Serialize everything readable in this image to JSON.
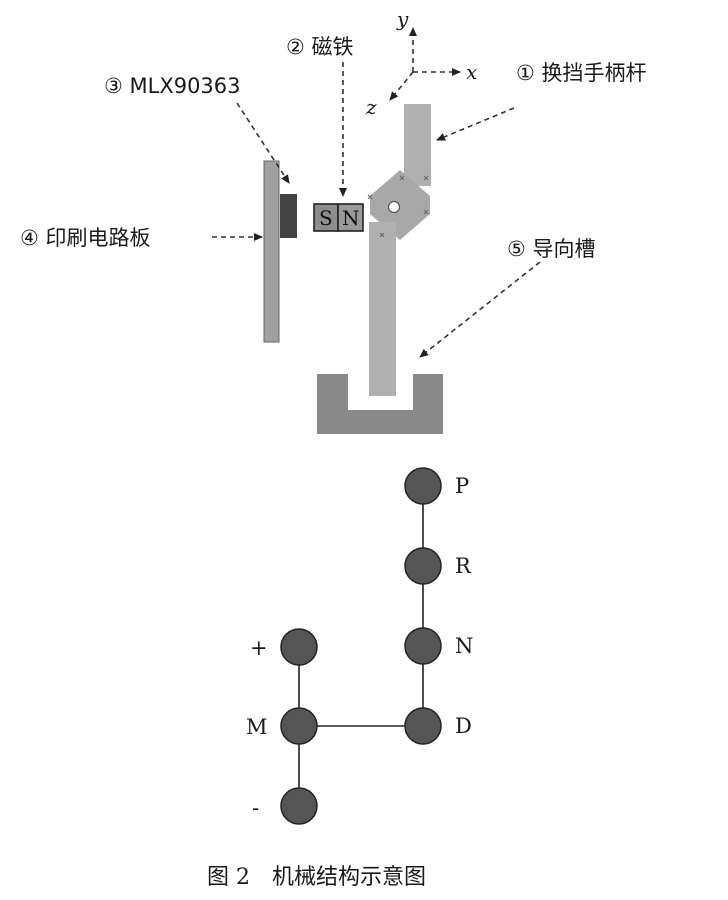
{
  "labels": {
    "lever": "① 换挡手柄杆",
    "magnet": "② 磁铁",
    "sensor": "③ MLX90363",
    "pcb": "④ 印刷电路板",
    "groove": "⑤ 导向槽"
  },
  "axes": {
    "x": "x",
    "y": "y",
    "z": "z"
  },
  "magnet_poles": {
    "south": "S",
    "north": "N"
  },
  "gears": {
    "p": "P",
    "r": "R",
    "n": "N",
    "d": "D",
    "plus": "+",
    "m": "M",
    "minus": "-"
  },
  "caption": "图 2　机械结构示意图",
  "colors": {
    "part_gray": "#a9a9a9",
    "dark_gray": "#6e6e6e",
    "node_fill": "#555555",
    "line": "#222222"
  }
}
